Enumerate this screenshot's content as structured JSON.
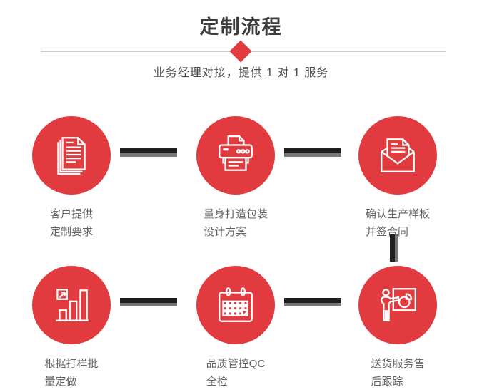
{
  "page": {
    "title": "定制流程",
    "subtitle": "业务经理对接，提供 1 对 1 服务"
  },
  "colors": {
    "accent_red": "#e23b3f",
    "divider_gray": "#cccccc",
    "connector_black": "#1f1f1f",
    "connector_gray": "#787878",
    "title_text": "#3c3c3c",
    "label_text": "#646464"
  },
  "decor": {
    "diamond_icon": "diamond-icon"
  },
  "steps": [
    {
      "icon": "documents-icon",
      "label_line1": "客户提供",
      "label_line2": "定制要求"
    },
    {
      "icon": "printer-icon",
      "label_line1": "量身打造包装",
      "label_line2": "设计方案"
    },
    {
      "icon": "envelope-icon",
      "label_line1": "确认生产样板",
      "label_line2": "并签合同"
    },
    {
      "icon": "bar-chart-icon",
      "label_line1": "根据打样批",
      "label_line2": "量定做"
    },
    {
      "icon": "calendar-icon",
      "label_line1": "品质管控QC",
      "label_line2": "全检"
    },
    {
      "icon": "presenter-icon",
      "label_line1": "送货服务售",
      "label_line2": "后跟踪"
    }
  ]
}
